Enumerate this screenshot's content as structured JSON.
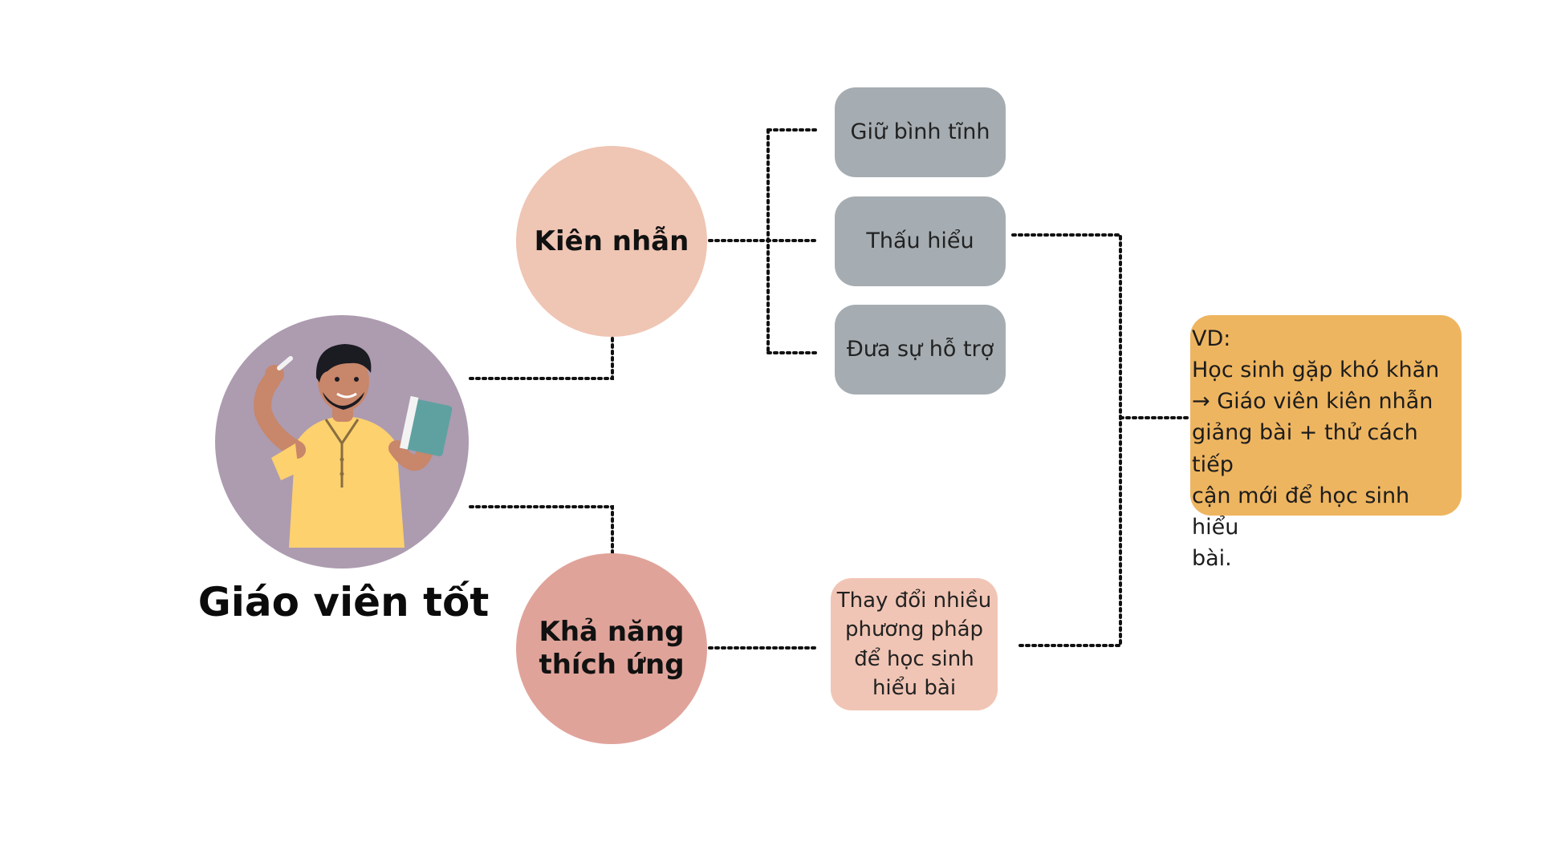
{
  "colors": {
    "avatar_bg": "#ad9bb0",
    "kien_nhan": "#efc5b4",
    "kha_nang": "#e0a39a",
    "gray_box": "#a6adb2",
    "pink_box": "#f1c5b5",
    "example_box": "#eeb560",
    "connector": "#111111"
  },
  "diagram": {
    "title": "Giáo viên tốt",
    "avatar_icon": "teacher-holding-book-and-chalk-illustration",
    "nodes": {
      "kien_nhan": "Kiên nhẫn",
      "kha_nang_line1": "Khả năng",
      "kha_nang_line2": "thích ứng"
    },
    "kien_nhan_children": [
      "Giữ bình tĩnh",
      "Thấu hiểu",
      "Đưa sự hỗ trợ"
    ],
    "kha_nang_child": {
      "line1": "Thay đổi nhiều",
      "line2": "phương pháp",
      "line3": "để học sinh",
      "line4": "hiểu bài"
    },
    "example": {
      "line1": "VD:",
      "line2": "Học sinh gặp khó khăn",
      "line3": "→ Giáo viên kiên nhẫn",
      "line4": "giảng bài + thử cách tiếp",
      "line5": "cận mới để học sinh hiểu",
      "line6": "bài."
    }
  }
}
